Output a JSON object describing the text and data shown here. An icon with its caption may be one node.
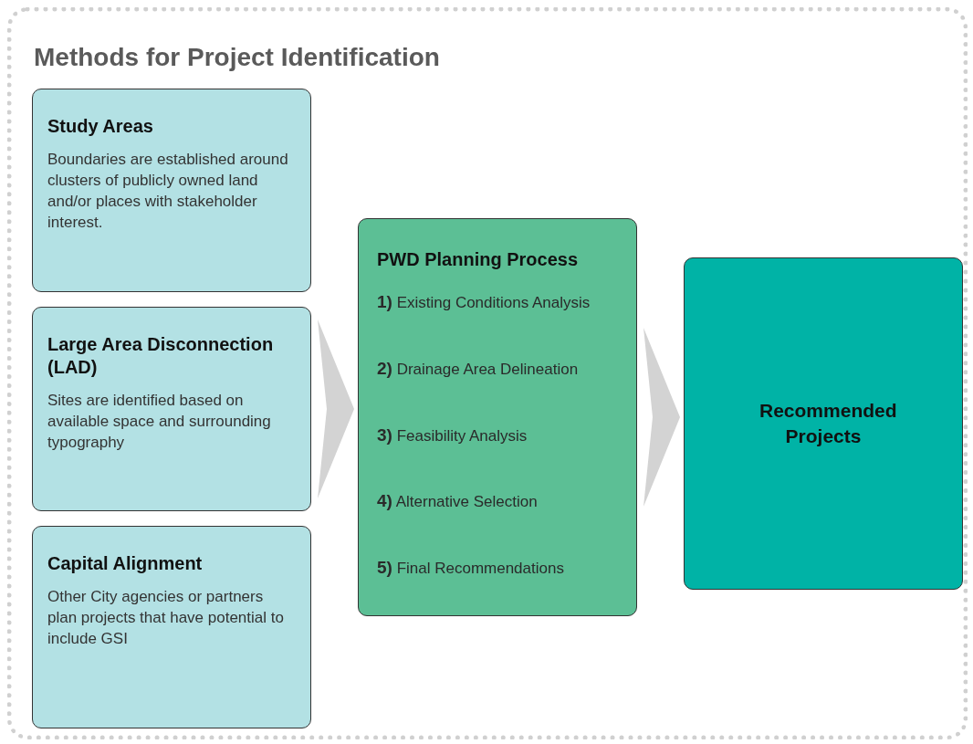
{
  "diagram": {
    "nodes": [
      {
        "text": [
          "Methods for Project Identification"
        ]
      },
      {
        "text": [
          "Study Areas",
          "Boundaries are established around clusters of publicly owned land and/or places with stakeholder interest."
        ],
        "in": 0
      },
      {
        "text": [
          "Large Area Disconnection (LAD)",
          "Sites are identified based on available space and surrounding typography"
        ],
        "in": 0
      },
      {
        "text": [
          "Capital Alignment",
          "Other City agencies or partners plan projects that have potential to include GSI"
        ],
        "in": 0
      },
      {
        "text": [
          "PWD Planning Process",
          "**1)** Existing Conditions Analysis",
          "**2)** Drainage Area Delineation",
          "**3)** Feasibility Analysis",
          "**4)** Alternative Selection",
          "**5)** Final Recommendations"
        ],
        "in": 0
      },
      {
        "text": [
          "Recommended Projects"
        ],
        "in": 0
      }
    ],
    "edges": [
      {
        "from": 2,
        "to": 4,
        "arrow": "to"
      },
      {
        "from": 4,
        "to": 5,
        "arrow": "to"
      }
    ]
  }
}
